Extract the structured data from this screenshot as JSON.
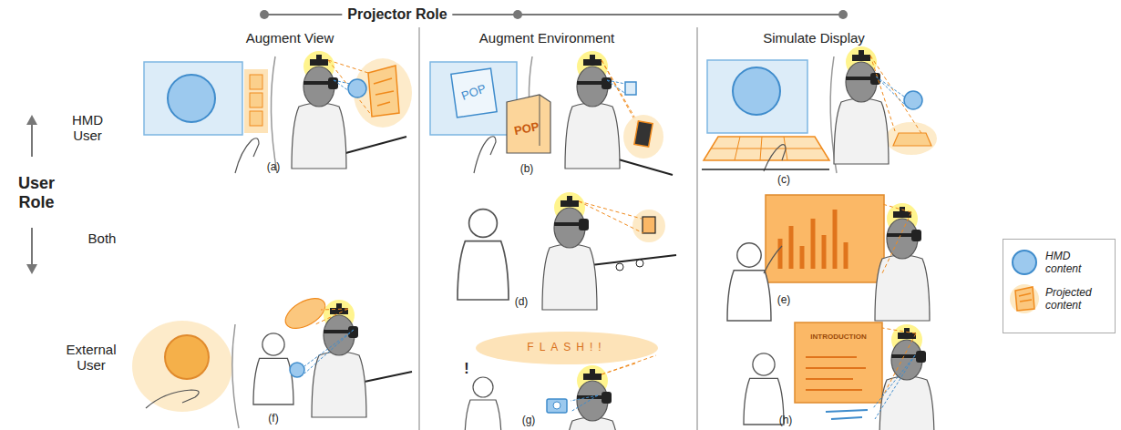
{
  "diagram": {
    "labels": [
      "Projector Role",
      "Augment View",
      "Augment Environment",
      "Simulate Display",
      "User Role",
      "HMD User",
      "Both",
      "External User",
      "(a)",
      "(b)",
      "(c)",
      "(d)",
      "(e)",
      "(f)",
      "(g)",
      "(h)",
      "POP",
      "POP",
      "FLASH!!",
      "INTRODUCTION",
      "!"
    ],
    "legend": [
      {
        "text": "HMD content",
        "color": "#9cc9ee"
      },
      {
        "text": "Projected content",
        "color": "#fbc77e"
      }
    ]
  }
}
